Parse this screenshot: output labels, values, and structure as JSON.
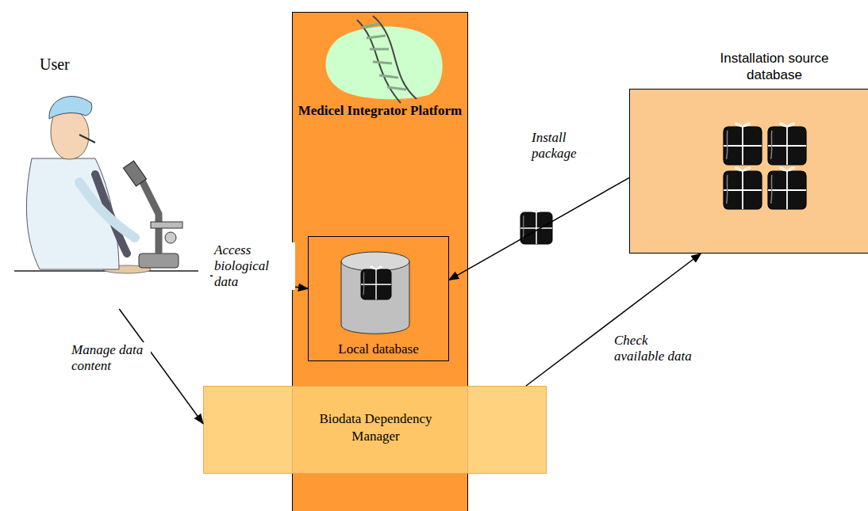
{
  "diagram": {
    "nodes": [
      {
        "text": [
          "User"
        ]
      },
      {
        "text": [
          "Medicel Integrator Platform"
        ]
      },
      {
        "text": [
          "Local database"
        ],
        "in": 1
      },
      {
        "text": [
          "Biodata Dependency Manager"
        ]
      },
      {
        "text": [
          "Installation source database"
        ]
      }
    ],
    "edges": [
      {
        "from": 0,
        "to": 2,
        "label": "Access biological data",
        "arrow": "to"
      },
      {
        "from": 0,
        "to": 3,
        "label": "Manage data content",
        "arrow": "to"
      },
      {
        "from": 3,
        "to": 4,
        "label": "Check available data",
        "arrow": "to"
      },
      {
        "from": 4,
        "to": 2,
        "label": "Install package",
        "arrow": "to"
      }
    ]
  }
}
